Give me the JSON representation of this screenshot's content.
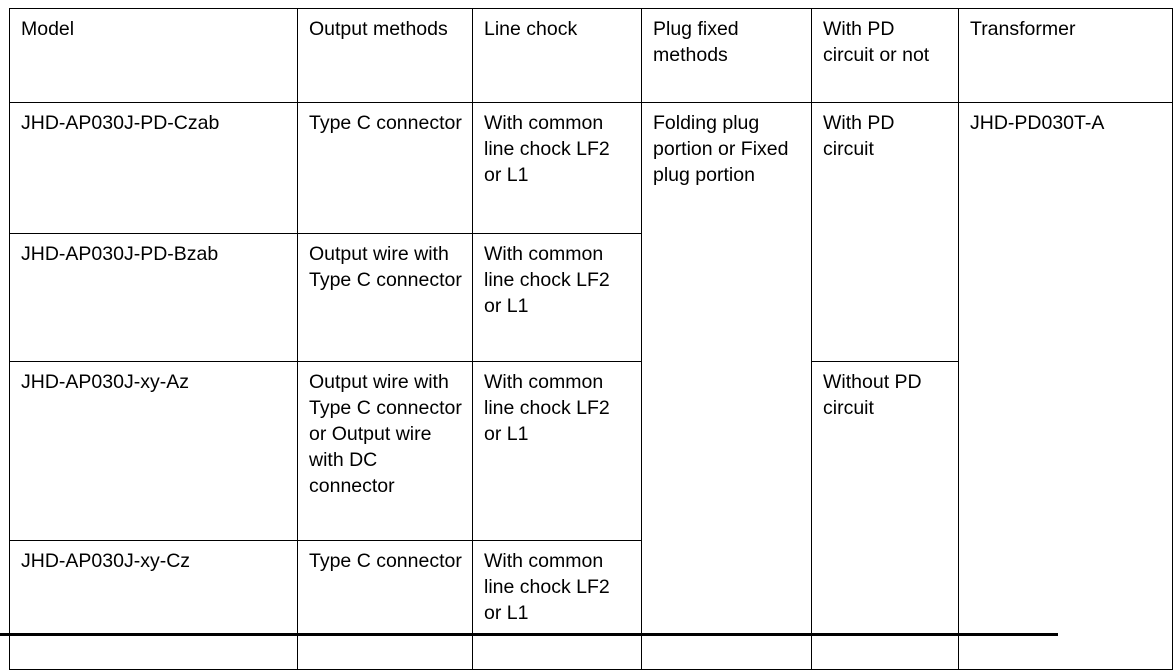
{
  "table": {
    "columns": [
      {
        "key": "model",
        "label": "Model"
      },
      {
        "key": "output",
        "label": "Output\nmethods"
      },
      {
        "key": "chock",
        "label": "Line chock"
      },
      {
        "key": "plug",
        "label": "Plug fixed\nmethods"
      },
      {
        "key": "pd",
        "label": "With PD\ncircuit or\nnot"
      },
      {
        "key": "transformer",
        "label": "Transformer"
      }
    ],
    "headers": {
      "model": "Model",
      "output": "Output methods",
      "chock": "Line chock",
      "plug": "Plug fixed methods",
      "pd": "With PD circuit or not",
      "transformer": "Transformer"
    },
    "rows": [
      {
        "model": "JHD-AP030J-PD-Czab",
        "output": "Type C connector",
        "chock": "With common line chock LF2 or L1",
        "plug": "Folding plug portion or Fixed plug portion",
        "pd": "With PD circuit",
        "transformer": "JHD-PD030T-A"
      },
      {
        "model": "JHD-AP030J-PD-Bzab",
        "output": "Output wire with Type C connector",
        "chock": "With common line chock LF2 or L1"
      },
      {
        "model": "JHD-AP030J-xy-Az",
        "output": "Output wire with Type C connector or Output wire with DC connector",
        "chock": "With common line chock LF2 or L1",
        "pd": "Without PD circuit"
      },
      {
        "model": "JHD-AP030J-xy-Cz",
        "output": "Type C connector",
        "chock": "With common line chock LF2 or L1"
      }
    ],
    "spans": {
      "plug_rowspan": 4,
      "transformer_rowspan": 4,
      "pd_with_rowspan": 2,
      "pd_without_rowspan": 2
    },
    "colors": {
      "border": "#000000",
      "text": "#000000",
      "background": "#ffffff"
    }
  }
}
